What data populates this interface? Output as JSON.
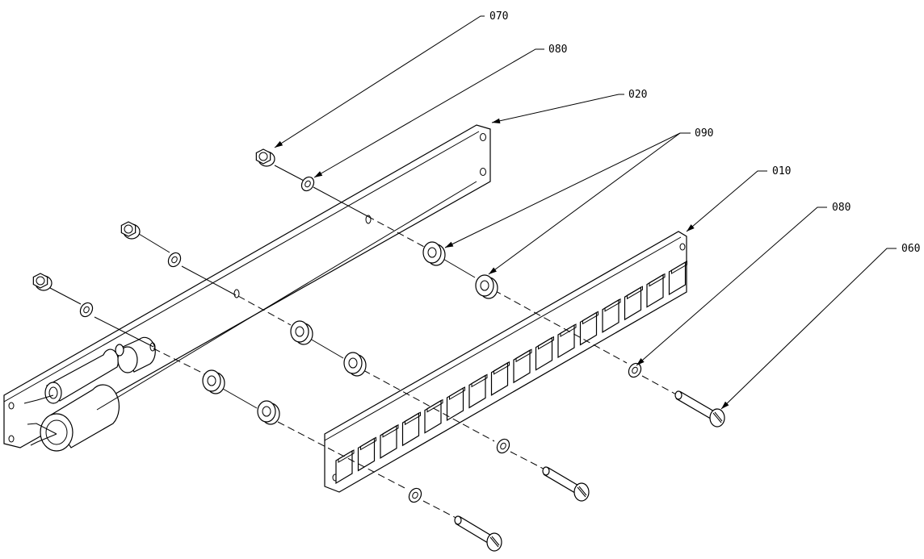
{
  "callouts": [
    {
      "label": "070"
    },
    {
      "label": "080"
    },
    {
      "label": "020"
    },
    {
      "label": "090"
    },
    {
      "label": "010"
    },
    {
      "label": "080"
    },
    {
      "label": "060"
    }
  ]
}
